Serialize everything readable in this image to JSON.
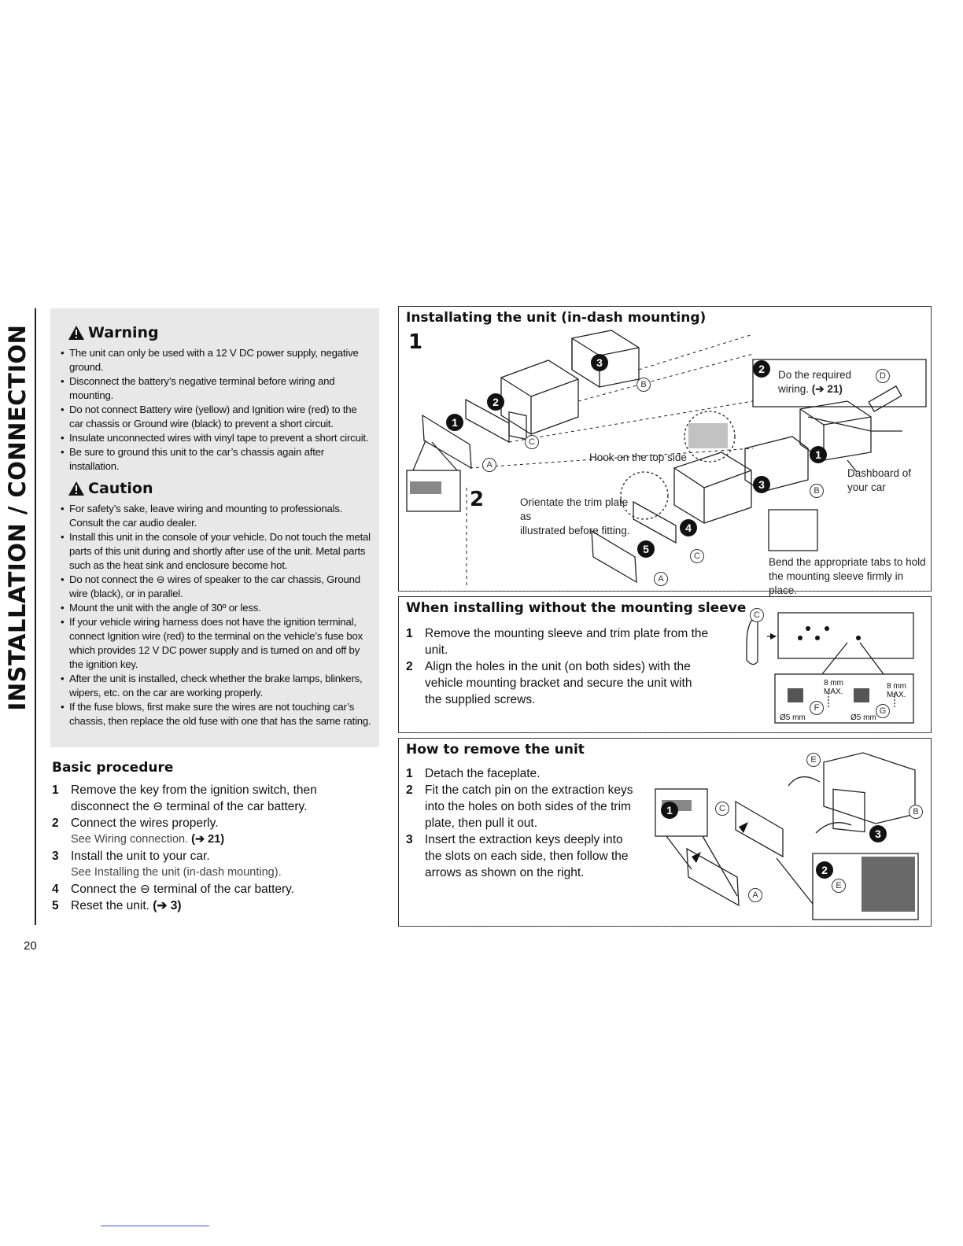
{
  "section_title": "INSTALLATION / CONNECTION",
  "page_number": "20",
  "warning": {
    "title": "Warning",
    "items": [
      "The unit can only be used with a 12 V DC power supply, negative ground.",
      "Disconnect the battery’s negative terminal before wiring and mounting.",
      "Do not connect Battery wire (yellow) and Ignition wire (red) to the car chassis or Ground wire (black) to prevent a short circuit.",
      "Insulate unconnected wires with vinyl tape to prevent a short circuit.",
      "Be sure to ground this unit to the car’s chassis again after installation."
    ]
  },
  "caution": {
    "title": "Caution",
    "items": [
      "For safety’s sake, leave wiring and mounting to professionals. Consult the car audio dealer.",
      "Install this unit in the console of your vehicle. Do not touch the metal parts of this unit during and shortly after use of the unit. Metal parts such as the heat sink and enclosure become hot.",
      "Do not connect the ⊖ wires of speaker to the car chassis, Ground wire (black), or in parallel.",
      "Mount the unit with the angle of 30º or less.",
      "If your vehicle wiring harness does not have the ignition terminal, connect Ignition wire (red) to the terminal on the vehicle’s fuse box which provides 12 V DC power supply and is turned on and off by the ignition key.",
      "After the unit is installed, check whether the brake lamps, blinkers, wipers, etc. on the car are working properly.",
      "If the fuse blows, first make sure the wires are not touching car’s chassis, then replace the old fuse with one that has the same rating."
    ]
  },
  "basic_procedure": {
    "title": "Basic procedure",
    "steps": [
      {
        "num": "1",
        "text": "Remove the key from the ignition switch, then disconnect the ⊖ terminal of the car battery.",
        "sub": "",
        "ref": ""
      },
      {
        "num": "2",
        "text": "Connect the wires properly.",
        "sub": "See Wiring connection.",
        "ref": "(➔ 21)"
      },
      {
        "num": "3",
        "text": "Install the unit to your car.",
        "sub": "See Installing the unit (in-dash mounting).",
        "ref": ""
      },
      {
        "num": "4",
        "text": "Connect the ⊖ terminal of the car battery.",
        "sub": "",
        "ref": ""
      },
      {
        "num": "5",
        "text": "Reset the unit.",
        "sub": "",
        "ref": "(➔ 3)"
      }
    ]
  },
  "install_box": {
    "title": "Installating the unit (in-dash mounting)",
    "step1": "1",
    "step2": "2",
    "wiring_note_1": "Do the required",
    "wiring_note_2": "wiring.",
    "wiring_ref": "(➔ 21)",
    "hook_label": "Hook on the top side",
    "orientate_1": "Orientate the trim plate as",
    "orientate_2": "illustrated before fitting.",
    "dashboard_1": "Dashboard of",
    "dashboard_2": "your car",
    "bend_1": "Bend the appropriate tabs to hold",
    "bend_2": "the mounting sleeve firmly in place.",
    "labels": {
      "A": "A",
      "B": "B",
      "C": "C",
      "D": "D"
    },
    "nums": {
      "n1": "1",
      "n2": "2",
      "n3": "3",
      "n4": "4",
      "n5": "5"
    }
  },
  "sleeve_box": {
    "title": "When installing without the mounting sleeve",
    "steps": [
      {
        "num": "1",
        "text": "Remove the mounting sleeve and trim plate from the unit."
      },
      {
        "num": "2",
        "text": "Align the holes in the unit (on both sides) with the vehicle mounting bracket and secure the unit with the supplied screws."
      }
    ],
    "screw_len_1": "8 mm",
    "screw_max_1": "MAX.",
    "screw_len_2": "8 mm",
    "screw_max_2": "MAX.",
    "dia_1": "Ø5 mm",
    "dia_2": "Ø5 mm",
    "label_C": "C",
    "label_F": "F",
    "label_G": "G"
  },
  "remove_box": {
    "title": "How to remove the unit",
    "steps": [
      {
        "num": "1",
        "text": "Detach the faceplate."
      },
      {
        "num": "2",
        "text": "Fit the catch pin on the extraction keys into the holes on both sides of the trim plate, then pull it out."
      },
      {
        "num": "3",
        "text": "Insert the extraction keys deeply into the slots on each side, then follow the arrows as shown on the right."
      }
    ],
    "labels": {
      "A": "A",
      "B": "B",
      "C": "C",
      "E": "E"
    },
    "nums": {
      "n1": "1",
      "n2": "2",
      "n3": "3"
    }
  }
}
